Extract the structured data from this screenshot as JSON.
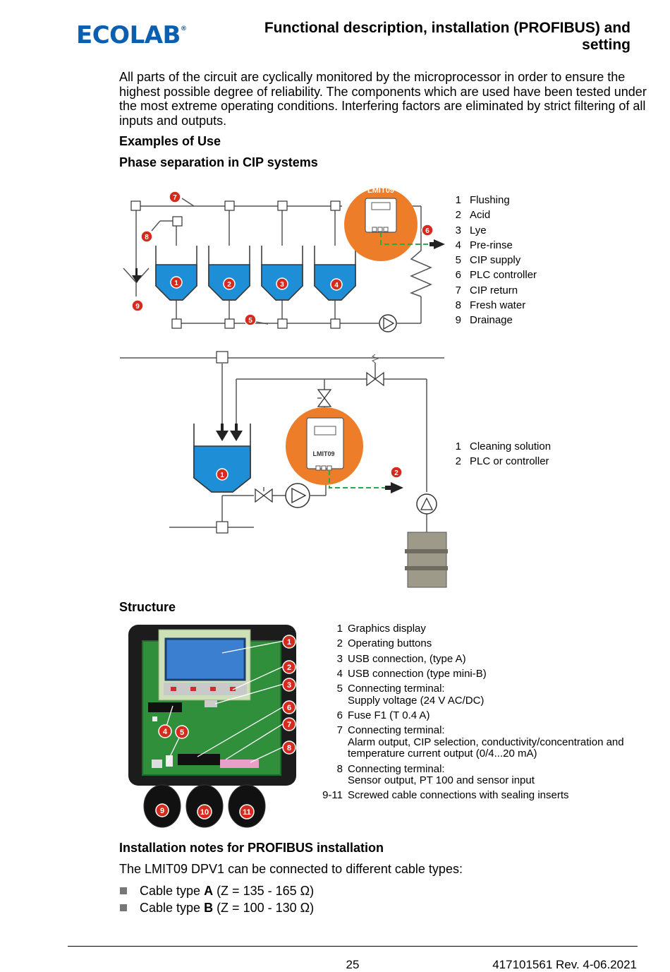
{
  "header": {
    "logo": "ECOLAB",
    "logo_mark": "®",
    "title": "Functional description, installation (PROFIBUS) and setting"
  },
  "intro_paragraph": "All parts of the circuit are cyclically monitored by the microprocessor in order to ensure the highest possible degree of reliability. The components which are used have been tested under the most extreme operating conditions. Interfering factors are eliminated by strict filtering of all inputs and outputs.",
  "section_examples": "Examples of Use",
  "section_phase": "Phase separation in CIP systems",
  "diagram1": {
    "device_label": "LMIT09",
    "callouts": [
      "1",
      "2",
      "3",
      "4",
      "5",
      "6",
      "7",
      "8",
      "9"
    ],
    "legend": [
      {
        "num": "1",
        "text": "Flushing"
      },
      {
        "num": "2",
        "text": "Acid"
      },
      {
        "num": "3",
        "text": "Lye"
      },
      {
        "num": "4",
        "text": "Pre-rinse"
      },
      {
        "num": "5",
        "text": "CIP supply"
      },
      {
        "num": "6",
        "text": "PLC controller"
      },
      {
        "num": "7",
        "text": "CIP return"
      },
      {
        "num": "8",
        "text": "Fresh water"
      },
      {
        "num": "9",
        "text": "Drainage"
      }
    ]
  },
  "diagram2": {
    "device_label": "LMIT09",
    "callouts": [
      "1",
      "2"
    ],
    "legend": [
      {
        "num": "1",
        "text": "Cleaning solution"
      },
      {
        "num": "2",
        "text": "PLC or controller"
      }
    ]
  },
  "section_structure": "Structure",
  "structure": {
    "callouts": [
      "1",
      "2",
      "3",
      "4",
      "5",
      "6",
      "7",
      "8",
      "9",
      "10",
      "11"
    ],
    "legend": [
      {
        "num": "1",
        "lines": [
          "Graphics display"
        ]
      },
      {
        "num": "2",
        "lines": [
          "Operating buttons"
        ]
      },
      {
        "num": "3",
        "lines": [
          "USB connection, (type A)"
        ]
      },
      {
        "num": "4",
        "lines": [
          "USB connection (type mini-B)"
        ]
      },
      {
        "num": "5",
        "lines": [
          "Connecting terminal:",
          "Supply voltage (24 V AC/DC)"
        ]
      },
      {
        "num": "6",
        "lines": [
          "Fuse F1 (T 0.4 A)"
        ]
      },
      {
        "num": "7",
        "lines": [
          "Connecting terminal:",
          "Alarm output, CIP selection, conductivity/concentration and",
          "temperature current output (0/4...20 mA)"
        ]
      },
      {
        "num": "8",
        "lines": [
          "Connecting terminal:",
          "Sensor output, PT 100 and sensor input"
        ]
      },
      {
        "num": "9-11",
        "lines": [
          "Screwed cable connections with sealing inserts"
        ]
      }
    ]
  },
  "installation": {
    "heading": "Installation notes for PROFIBUS installation",
    "intro": "The LMIT09 DPV1 can be connected to different cable types:",
    "cables": [
      {
        "prefix": "Cable type ",
        "type": "A",
        "suffix": " (Z = 135 - 165 Ω)"
      },
      {
        "prefix": "Cable type ",
        "type": "B",
        "suffix": " (Z = 100 - 130 Ω)"
      }
    ]
  },
  "footer": {
    "page": "25",
    "doc_ref": "417101561 Rev. 4-06.2021"
  },
  "colors": {
    "brand_blue": "#0a5fb0",
    "water_blue": "#1e8fd6",
    "device_orange": "#ee7d2a",
    "callout_red": "#d52b1e",
    "signal_green": "#2aa84a",
    "pcb_green": "#2f8f3a"
  }
}
